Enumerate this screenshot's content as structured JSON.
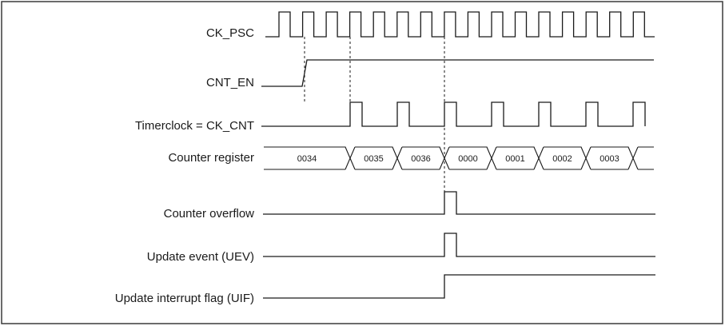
{
  "signals": {
    "ck_psc": "CK_PSC",
    "cnt_en": "CNT_EN",
    "timerclock": "Timerclock = CK_CNT",
    "counter_register": "Counter register",
    "counter_overflow": "Counter overflow",
    "update_event": "Update event (UEV)",
    "update_interrupt_flag": "Update interrupt flag (UIF)"
  },
  "counter_values": [
    "0034",
    "0035",
    "0036",
    "0000",
    "0001",
    "0002",
    "0003"
  ]
}
